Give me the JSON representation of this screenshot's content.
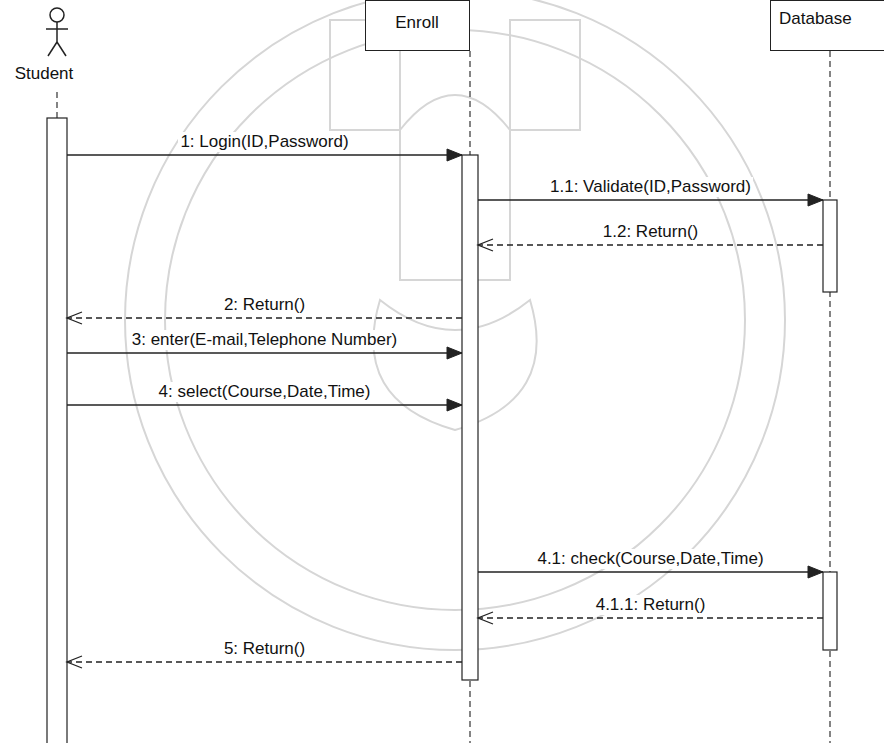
{
  "diagram": {
    "nodes": [
      {
        "text": [
          "Student"
        ]
      },
      {
        "text": [
          "Enroll"
        ]
      },
      {
        "text": [
          "Database"
        ]
      }
    ],
    "edges": [
      {
        "from": 0,
        "to": 1,
        "arrow": "to",
        "label": "1: Login(ID,Password)"
      },
      {
        "from": 1,
        "to": 2,
        "arrow": "to",
        "label": "1.1: Validate(ID,Password)"
      },
      {
        "from": 2,
        "to": 1,
        "arrow": "to",
        "label": "1.2: Return()"
      },
      {
        "from": 1,
        "to": 0,
        "arrow": "to",
        "label": "2: Return()"
      },
      {
        "from": 0,
        "to": 1,
        "arrow": "to",
        "label": "3: enter(E-mail,Telephone Number)"
      },
      {
        "from": 0,
        "to": 1,
        "arrow": "to",
        "label": "4: select(Course,Date,Time)"
      },
      {
        "from": 1,
        "to": 2,
        "arrow": "to",
        "label": "4.1: check(Course,Date,Time)"
      },
      {
        "from": 2,
        "to": 1,
        "arrow": "to",
        "label": "4.1.1: Return()"
      },
      {
        "from": 1,
        "to": 0,
        "arrow": "to",
        "label": "5: Return()"
      }
    ]
  }
}
